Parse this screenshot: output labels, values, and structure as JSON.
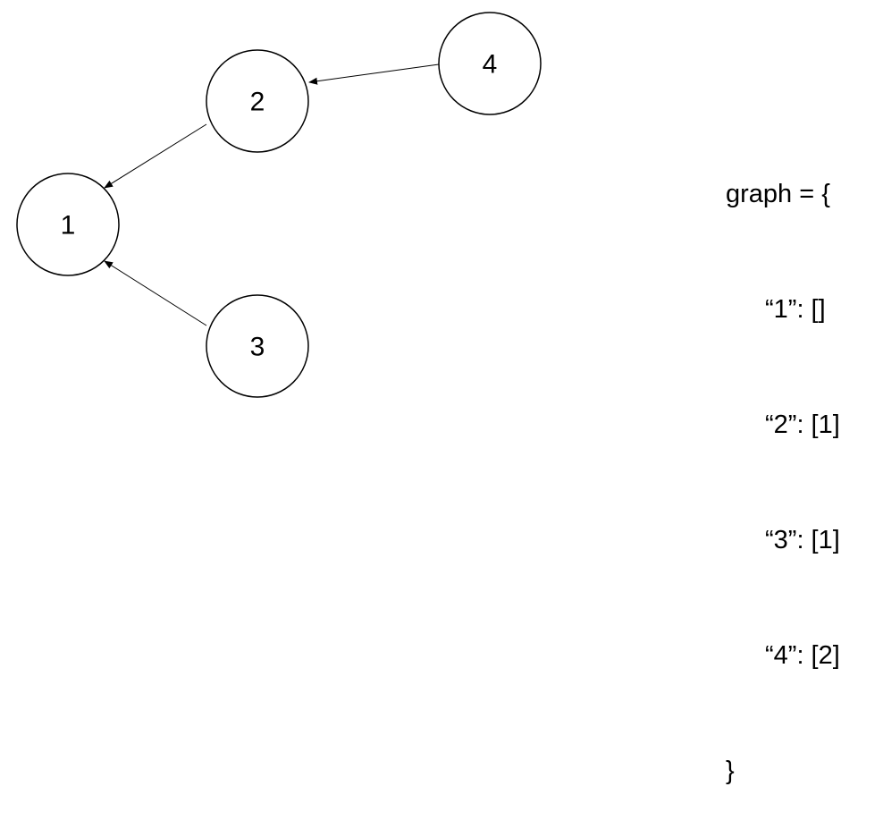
{
  "colors": {
    "stroke": "#000000",
    "background": "#ffffff"
  },
  "graph": {
    "nodes": [
      {
        "id": "1",
        "label": "1"
      },
      {
        "id": "2",
        "label": "2"
      },
      {
        "id": "3",
        "label": "3"
      },
      {
        "id": "4",
        "label": "4"
      }
    ],
    "edges": [
      {
        "from": "4",
        "to": "2"
      },
      {
        "from": "2",
        "to": "1"
      },
      {
        "from": "3",
        "to": "1"
      }
    ]
  },
  "code": {
    "open": "graph = {",
    "lines": [
      "“1”: []",
      "“2”: [1]",
      "“3”: [1]",
      "“4”: [2]"
    ],
    "close": "}"
  }
}
